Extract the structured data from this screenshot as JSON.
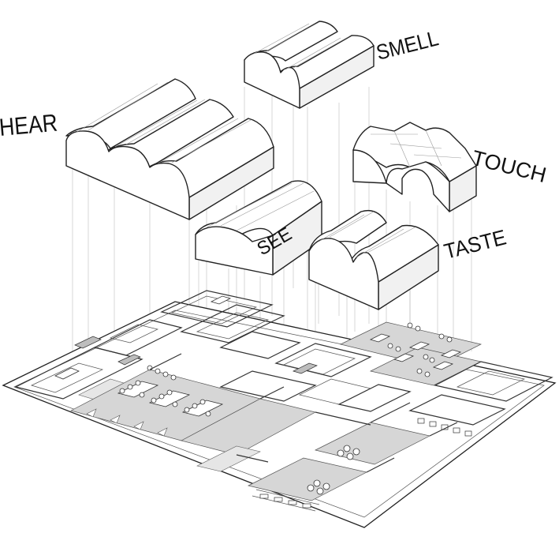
{
  "labels": {
    "hear": "HEAR",
    "smell": "SMELL",
    "see": "SEE",
    "touch": "TOUCH",
    "taste": "TASTE"
  },
  "colors": {
    "line": "#222222",
    "roof_shade": "#f1f1f1",
    "floor_shade": "#d6d6d6",
    "projection": "#bdbdbd"
  }
}
